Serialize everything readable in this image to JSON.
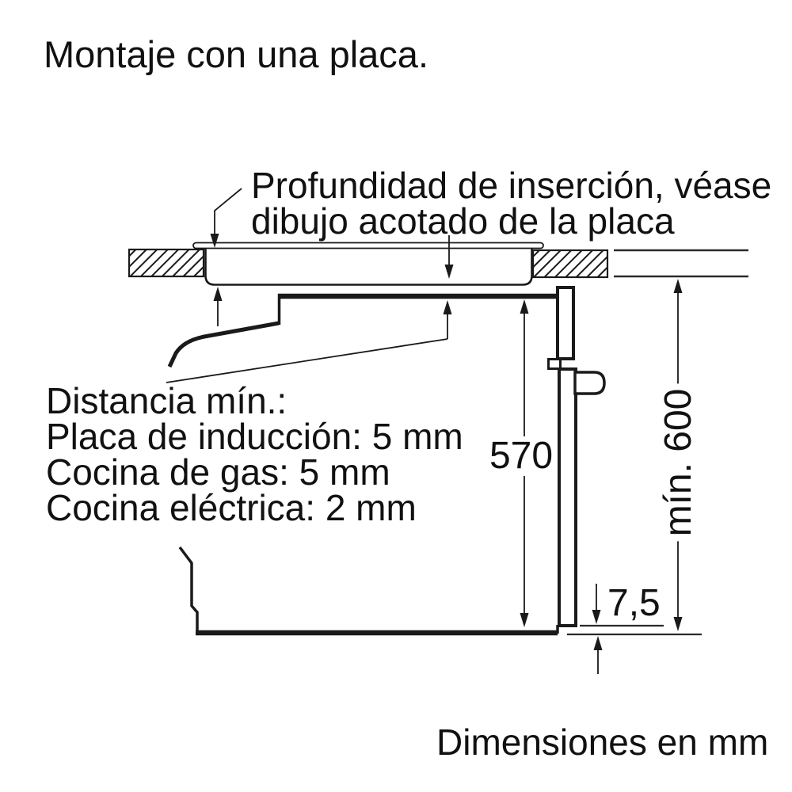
{
  "title": "Montaje con una placa.",
  "footer": "Dimensiones en mm",
  "annotations": {
    "insertion_note_line1": "Profundidad de inserción, véase",
    "insertion_note_line2": "dibujo acotado de la placa",
    "min_distance": {
      "heading": "Distancia mín.:",
      "items": [
        "Placa de inducción: 5 mm",
        "Cocina de gas: 5 mm",
        "Cocina eléctrica: 2 mm"
      ]
    }
  },
  "dimensions": {
    "oven_height_mm": "570",
    "min_niche_height_mm": "mín. 600",
    "front_overhang_mm": "7,5"
  },
  "colors": {
    "line": "#1a1a1a",
    "background": "#ffffff"
  }
}
